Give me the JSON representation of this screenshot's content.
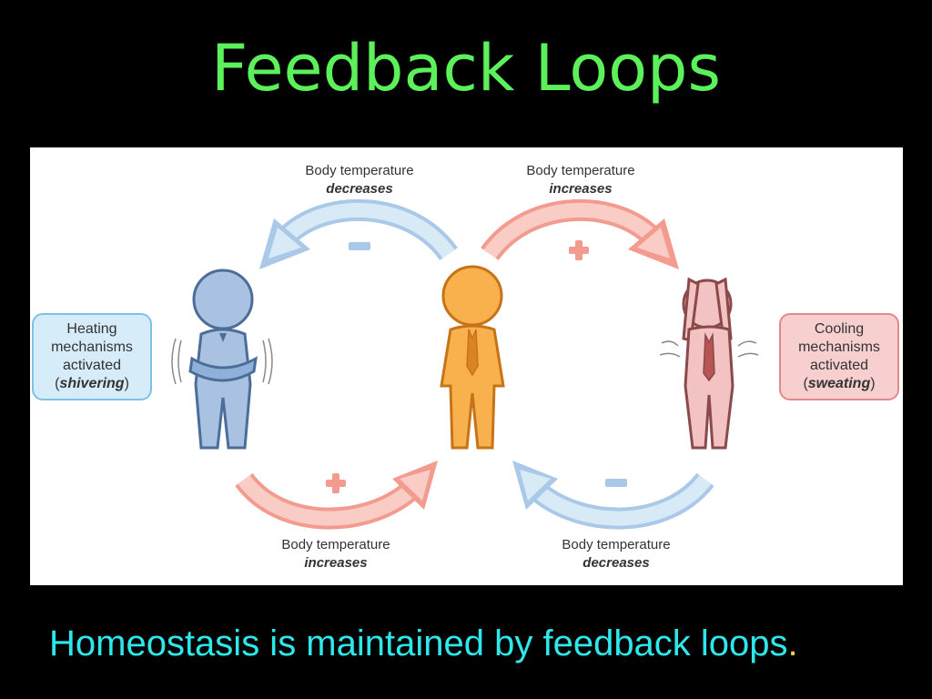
{
  "title": "Feedback Loops",
  "labels": {
    "top_left": {
      "line1": "Body temperature",
      "line2": "decreases"
    },
    "top_right": {
      "line1": "Body temperature",
      "line2": "increases"
    },
    "bottom_left": {
      "line1": "Body temperature",
      "line2": "increases"
    },
    "bottom_right": {
      "line1": "Body temperature",
      "line2": "decreases"
    }
  },
  "boxes": {
    "heating": {
      "line1": "Heating",
      "line2": "mechanisms",
      "line3": "activated",
      "paren_open": "(",
      "emph": "shivering",
      "paren_close": ")"
    },
    "cooling": {
      "line1": "Cooling",
      "line2": "mechanisms",
      "line3": "activated",
      "paren_open": "(",
      "emph": "sweating",
      "paren_close": ")"
    }
  },
  "footer": {
    "text": "Homeostasis is maintained by feedback loops",
    "period": "."
  },
  "colors": {
    "title": "#5cf05a",
    "footer": "#2ee7ea",
    "cold": "#aac8e8",
    "hot": "#f39b8f",
    "neutral": "#f5a53a",
    "warm_figure": "#f3b5b5"
  },
  "icons": [
    "minus-sign-icon",
    "plus-sign-icon",
    "arrow-icon",
    "person-figure-icon"
  ]
}
